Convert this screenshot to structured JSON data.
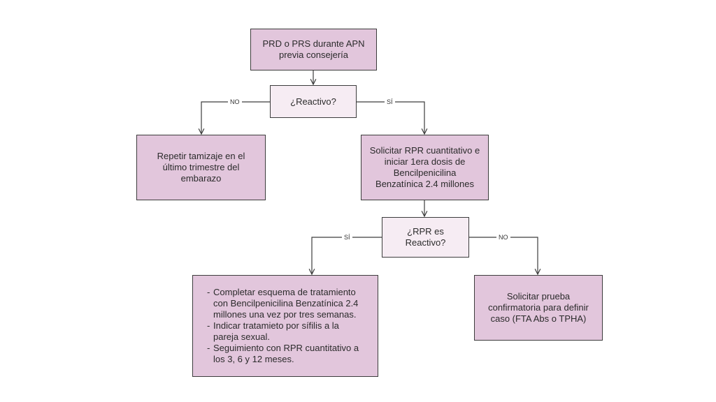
{
  "nodes": {
    "start": "PRD o PRS durante APN previa consejería",
    "q1": "¿Reactivo?",
    "repeat": "Repetir tamizaje en el último trimestre del embarazo",
    "rpr": "Solicitar RPR cuantitativo e iniciar 1era dosis de Bencilpenicilina Benzatínica 2.4 millones",
    "q2": "¿RPR es Reactivo?",
    "treatment_items": [
      "Completar esquema de tratamiento con Bencilpenicilina Benzatínica 2.4 millones una vez por tres semanas.",
      "Indicar tratamieto por sífilis a la pareja sexual.",
      "Seguimiento con RPR cuantitativo a los 3, 6 y 12 meses."
    ],
    "confirm": "Solicitar prueba confirmatoria para definir caso (FTA Abs o TPHA)"
  },
  "edges": {
    "q1_no": "NO",
    "q1_si": "SÍ",
    "q2_si": "SÍ",
    "q2_no": "NO"
  },
  "colors": {
    "process_fill": "#e2c6dc",
    "decision_fill": "#f6ecf3",
    "border": "#3c3c3c"
  }
}
